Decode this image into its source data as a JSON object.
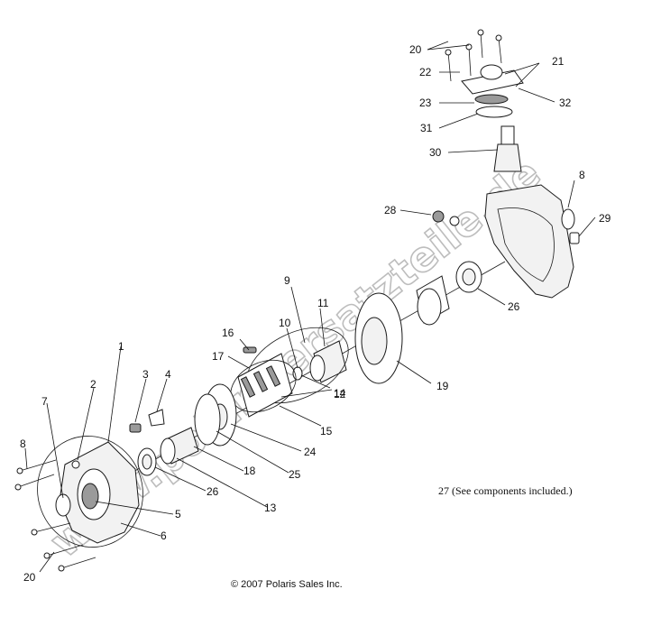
{
  "diagram": {
    "callouts": [
      {
        "id": "c20a",
        "text": "20"
      },
      {
        "id": "c21",
        "text": "21"
      },
      {
        "id": "c22",
        "text": "22"
      },
      {
        "id": "c23",
        "text": "23"
      },
      {
        "id": "c32",
        "text": "32"
      },
      {
        "id": "c31",
        "text": "31"
      },
      {
        "id": "c30",
        "text": "30"
      },
      {
        "id": "c8a",
        "text": "8"
      },
      {
        "id": "c28",
        "text": "28"
      },
      {
        "id": "c29",
        "text": "29"
      },
      {
        "id": "c26a",
        "text": "26"
      },
      {
        "id": "c9",
        "text": "9"
      },
      {
        "id": "c11",
        "text": "11"
      },
      {
        "id": "c10",
        "text": "10"
      },
      {
        "id": "c16",
        "text": "16"
      },
      {
        "id": "c17",
        "text": "17"
      },
      {
        "id": "c12",
        "text": "12"
      },
      {
        "id": "c19",
        "text": "19"
      },
      {
        "id": "c14",
        "text": "14"
      },
      {
        "id": "c15",
        "text": "15"
      },
      {
        "id": "c1",
        "text": "1"
      },
      {
        "id": "c3",
        "text": "3"
      },
      {
        "id": "c4",
        "text": "4"
      },
      {
        "id": "c2",
        "text": "2"
      },
      {
        "id": "c24",
        "text": "24"
      },
      {
        "id": "c25",
        "text": "25"
      },
      {
        "id": "c18",
        "text": "18"
      },
      {
        "id": "c7",
        "text": "7"
      },
      {
        "id": "c8b",
        "text": "8"
      },
      {
        "id": "c26b",
        "text": "26"
      },
      {
        "id": "c13",
        "text": "13"
      },
      {
        "id": "c5",
        "text": "5"
      },
      {
        "id": "c6",
        "text": "6"
      },
      {
        "id": "c20b",
        "text": "20"
      }
    ],
    "note": "27  (See components included.)",
    "copyright": "© 2007 Polaris Sales Inc.",
    "watermark": "www.polarisersatzteile.de"
  }
}
